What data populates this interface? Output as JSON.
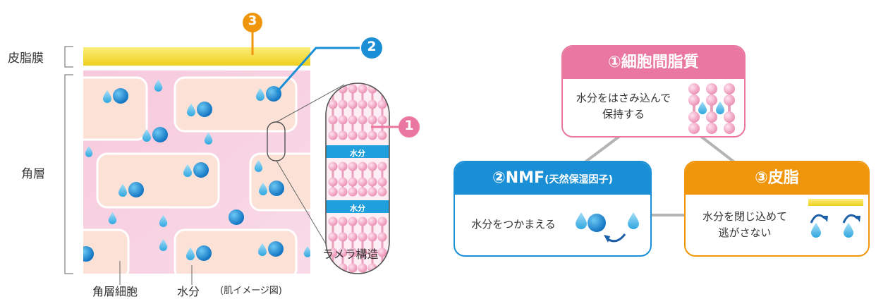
{
  "left_diagram": {
    "labels": {
      "sebum_film": "皮脂膜",
      "stratum_corneum": "角層",
      "keratinocyte": "角層細胞",
      "water": "水分",
      "skin_image": "(肌イメージ図)",
      "lamellar": "ラメラ構造",
      "lamellar_water_1": "水分",
      "lamellar_water_2": "水分"
    },
    "markers": [
      "1",
      "2",
      "3"
    ]
  },
  "right_diagram": {
    "box1": {
      "title": "①細胞間脂質",
      "desc_line1": "水分をはさみ込んで",
      "desc_line2": "保持する"
    },
    "box2": {
      "title_main": "②NMF",
      "title_sub": "(天然保湿因子)",
      "desc": "水分をつかまえる"
    },
    "box3": {
      "title": "③皮脂",
      "desc_line1": "水分を閉じ込めて",
      "desc_line2": "逃がさない"
    }
  },
  "colors": {
    "pink": "#e9779f",
    "blue": "#1a8fd6",
    "orange": "#f0960c",
    "yellow": "#f5dc38",
    "skin_pink": "#f8d3e2",
    "cell": "#fbe1d6"
  }
}
